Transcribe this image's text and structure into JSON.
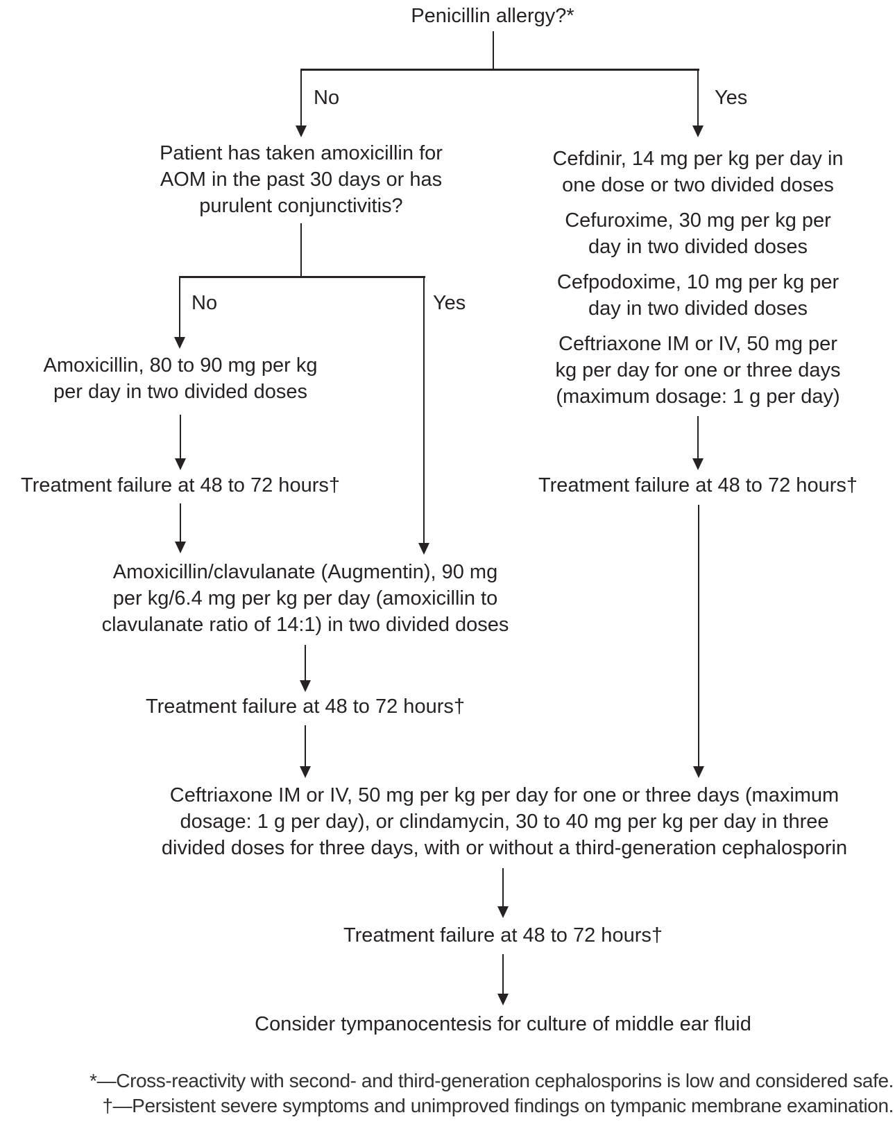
{
  "colors": {
    "ink": "#262224",
    "background": "#ffffff"
  },
  "root": {
    "question": "Penicillin allergy?*",
    "no_label": "No",
    "yes_label": "Yes"
  },
  "left": {
    "question": "Patient has taken amoxicillin for AOM in the past 30 days or has purulent conjunctivitis?",
    "no_label": "No",
    "yes_label": "Yes",
    "amoxicillin": "Amoxicillin, 80 to 90 mg per kg per day in two divided doses",
    "augmentin": "Amoxicillin/clavulanate (Augmentin), 90 mg per kg/6.4 mg per kg per day (amoxicillin to clavulanate ratio of 14:1) in two divided doses"
  },
  "right": {
    "options": [
      "Cefdinir, 14 mg per kg per day in one dose or two divided doses",
      "Cefuroxime, 30 mg per kg per day in two divided doses",
      "Cefpodoxime, 10 mg per kg per day in two divided doses",
      "Ceftriaxone IM or IV, 50 mg per kg per day for one or three days (maximum dosage: 1 g per day)"
    ]
  },
  "treatment_failure_label": "Treatment failure at 48 to 72 hours†",
  "bottom": {
    "combined": "Ceftriaxone IM or IV, 50 mg per kg per day for one or three days (maximum dosage: 1 g per day), or clindamycin, 30 to 40 mg per kg per day in three divided doses for three days, with or without a third-generation cephalosporin",
    "final": "Consider tympanocentesis for culture of middle ear fluid"
  },
  "footnotes": [
    "*—Cross-reactivity with second- and third-generation cephalosporins is low and considered safe.",
    "†—Persistent severe symptoms and unimproved findings on tympanic membrane examination."
  ]
}
